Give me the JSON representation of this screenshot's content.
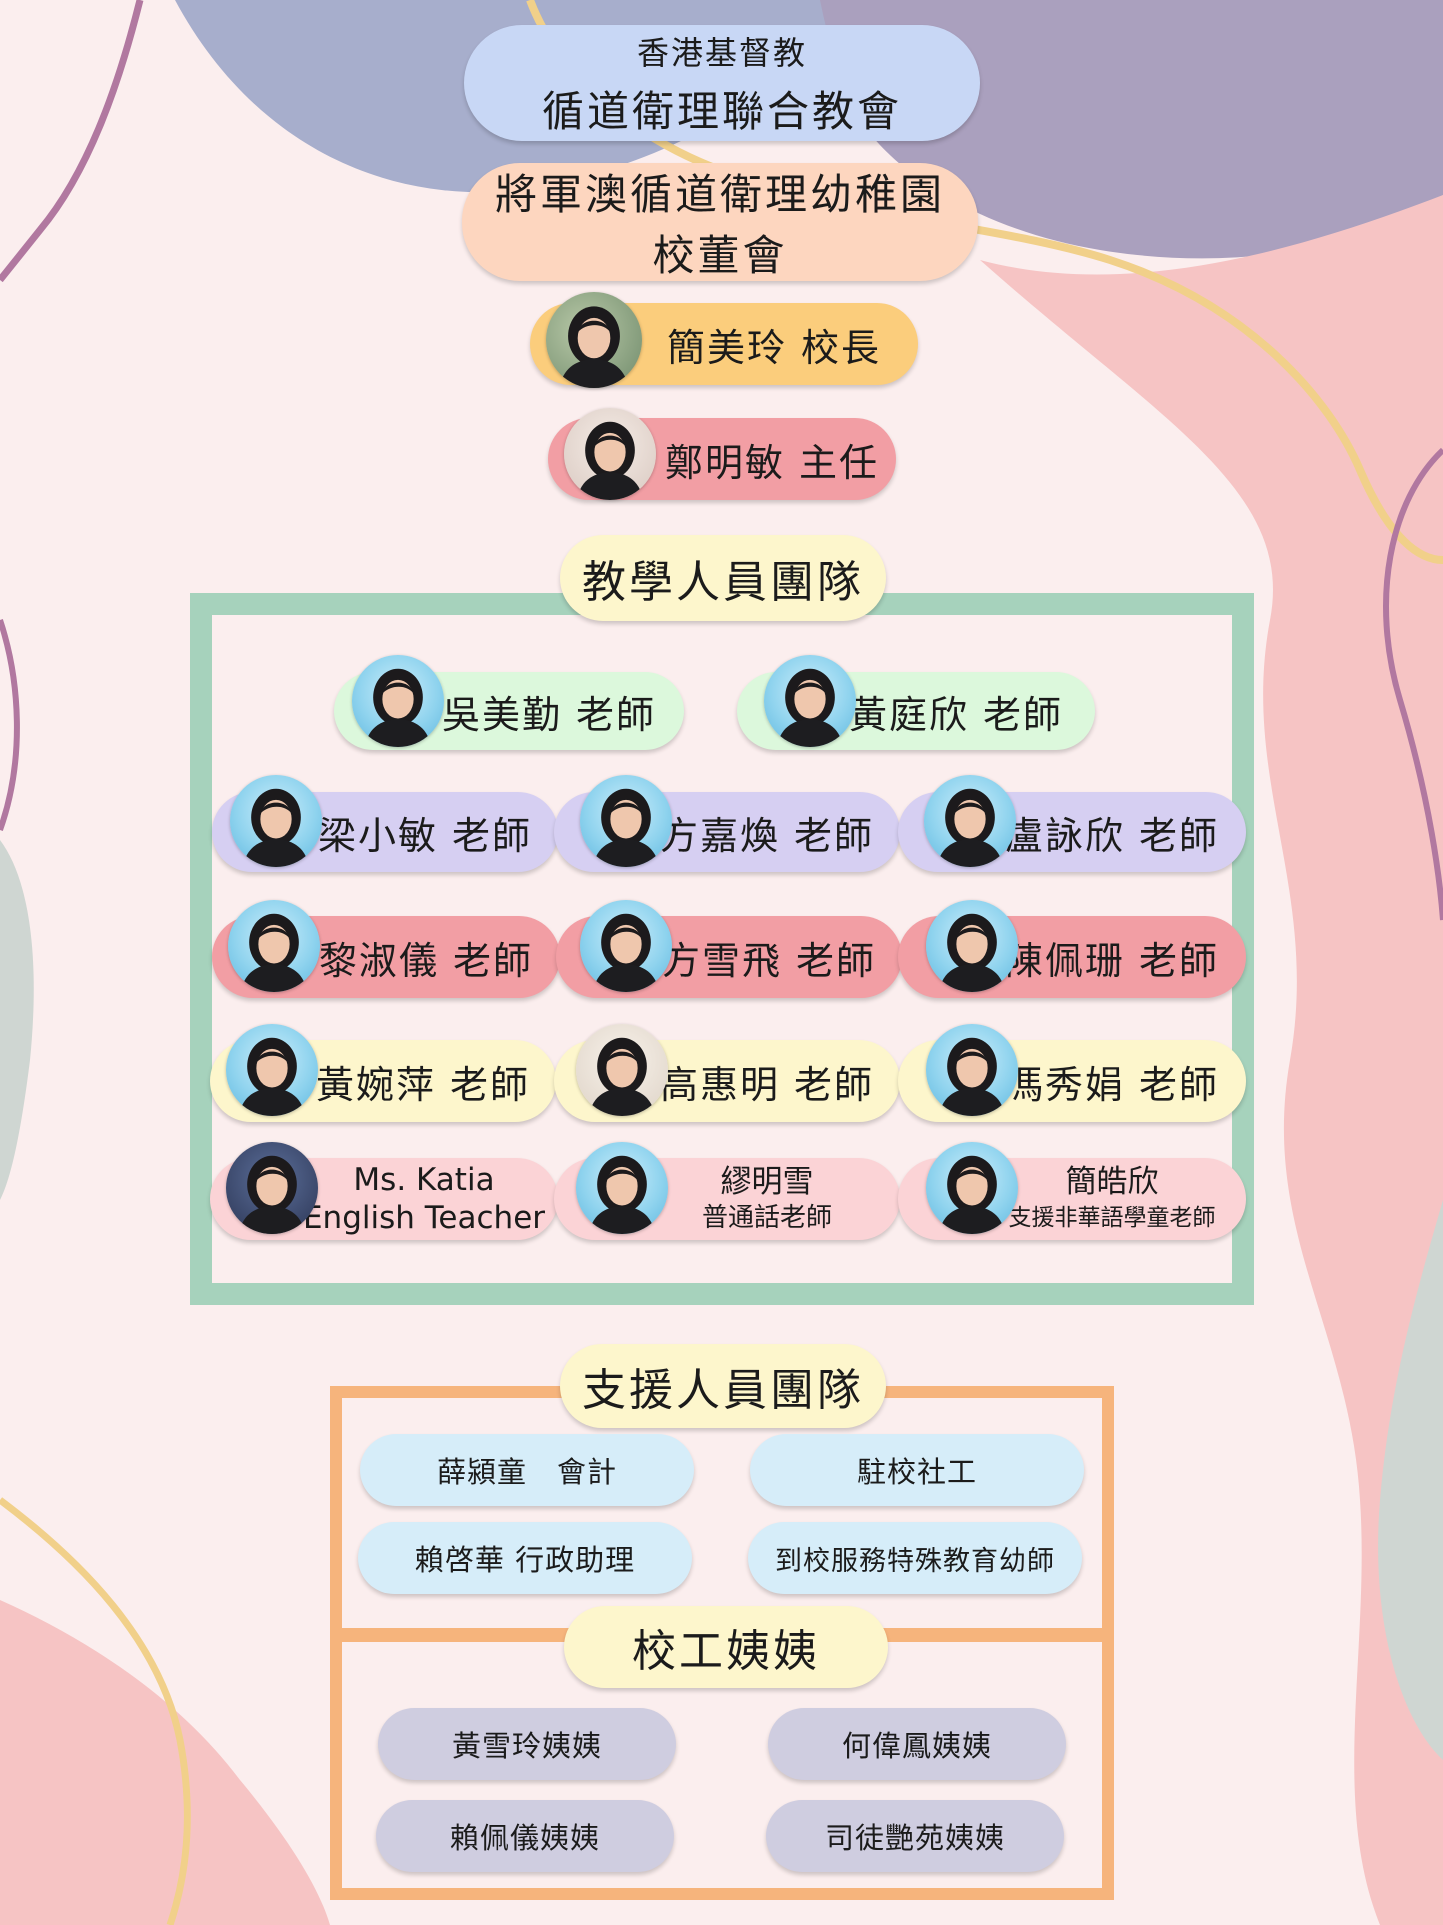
{
  "colors": {
    "background": "#fbeeee",
    "blob_blue": "#a7aecc",
    "blob_purple": "#aaa0be",
    "blob_pink": "#f6c4c4",
    "blob_grey": "#cfd6d2",
    "line_yellow": "#f1d08a",
    "line_purple": "#b178a0",
    "teaching_frame": "#a6d2bc",
    "support_frame": "#f6b47c",
    "green_pill": "#dcf8dc",
    "purple_pill": "#d6cff2",
    "red_pill": "#f29ea4",
    "yellow_pill": "#fdf6cc",
    "pink_pill": "#fbd3d6",
    "blue_pill": "#d6edf9",
    "grey_pill": "#cfcde0"
  },
  "header": {
    "org_line1": "香港基督教",
    "org_line2": "循道衛理聯合教會",
    "board_line1": "將軍澳循道衛理幼稚園",
    "board_line2": "校董會"
  },
  "leaders": {
    "principal": "簡美玲 校長",
    "head": "鄭明敏 主任"
  },
  "teaching": {
    "title": "教學人員團隊",
    "teachers": [
      {
        "name": "吳美勤 老師"
      },
      {
        "name": "黃庭欣 老師"
      },
      {
        "name": "梁小敏 老師"
      },
      {
        "name": "方嘉煥 老師"
      },
      {
        "name": "盧詠欣 老師"
      },
      {
        "name": "黎淑儀 老師"
      },
      {
        "name": "方雪飛 老師"
      },
      {
        "name": "陳佩珊 老師"
      },
      {
        "name": "黃婉萍 老師"
      },
      {
        "name": "高惠明 老師"
      },
      {
        "name": "馮秀娟 老師"
      }
    ],
    "special": [
      {
        "line1": "Ms. Katia",
        "line2": "English Teacher"
      },
      {
        "line1": "繆明雪",
        "line2": "普通話老師"
      },
      {
        "line1": "簡皓欣",
        "line2": "支援非華語學童老師"
      }
    ]
  },
  "support": {
    "title": "支援人員團隊",
    "members": [
      "薛潁童　會計",
      "駐校社工",
      "賴啓華 行政助理",
      "到校服務特殊教育幼師"
    ]
  },
  "janitors": {
    "title": "校工姨姨",
    "members": [
      "黃雪玲姨姨",
      "何偉鳳姨姨",
      "賴佩儀姨姨",
      "司徒艷苑姨姨"
    ]
  }
}
